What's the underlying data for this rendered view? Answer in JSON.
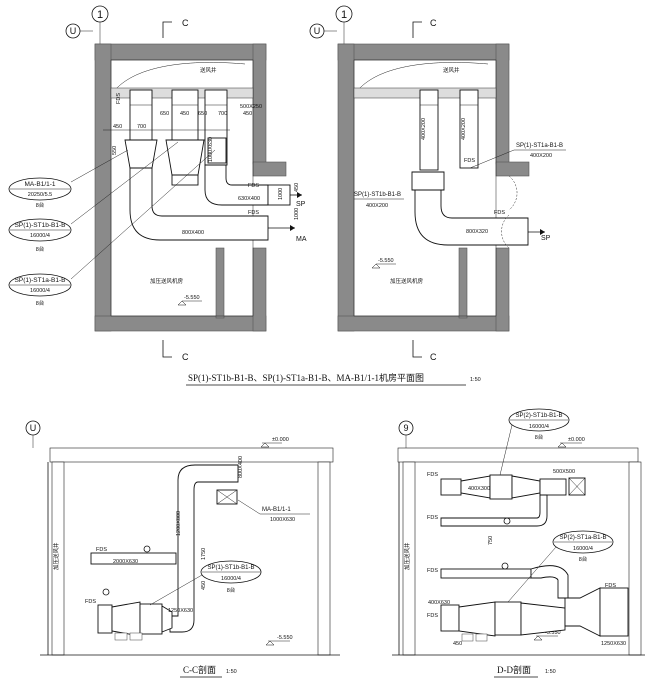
{
  "plan": {
    "grid_u": "U",
    "grid_1": "1",
    "section_c": "C",
    "title": "SP(1)-ST1b-B1-B、SP(1)-ST1a-B1-B、MA-B1/1-1机房平面图",
    "scale": "1:50",
    "left": {
      "callouts": [
        {
          "name": "MA-B1/1-1",
          "spec": "20250/5.5",
          "note": "8台"
        },
        {
          "name": "SP(1)-ST1b-B1-B",
          "spec": "16000/4",
          "note": "8台"
        },
        {
          "name": "SP(1)-ST1a-B1-B",
          "spec": "16000/4",
          "note": "8台"
        }
      ],
      "fds": "FDS",
      "dims": [
        "450",
        "700",
        "650",
        "450",
        "650",
        "700",
        "450",
        "550",
        "1000",
        "630",
        "630",
        "650",
        "450",
        "1000"
      ],
      "duct_sizes": [
        "800X400",
        "1000X630",
        "630X400",
        "800X400",
        "500X250"
      ],
      "sp_label": "SP",
      "ma_label": "MA",
      "level": "-5.550",
      "room_label": "加压送风机房"
    },
    "right": {
      "callout": {
        "name": "SP(1)-ST1a-B1-B",
        "spec": "400X200"
      },
      "plan_label_name": "SP(1)-ST1b-B1-B",
      "plan_label_spec": "400X200",
      "fds": "FDS",
      "duct_sizes": [
        "400X200",
        "400X200",
        "800X320"
      ],
      "sp_label": "SP",
      "level": "-5.550",
      "room_label": "加压送风机房"
    }
  },
  "section_cc": {
    "grid": "U",
    "title": "C-C剖面",
    "scale": "1:50",
    "level_top": "±0.000",
    "level_bottom": "-5.550",
    "callout_ma": {
      "name": "MA-B1/1-1",
      "spec": "1000X630"
    },
    "callout_sp": {
      "name": "SP(1)-ST1b-B1-B",
      "spec": "16000/4",
      "note": "8台"
    },
    "fds": "FDS",
    "dims": [
      "1200X800",
      "800X400",
      "2000X630",
      "1250X630",
      "450",
      "1750"
    ],
    "wall_label": "加压送风井"
  },
  "section_dd": {
    "grid": "9",
    "title": "D-D剖面",
    "scale": "1:50",
    "level_top": "±0.000",
    "level_bottom": "-5.550",
    "callout_top": {
      "name": "SP(2)-ST1b-B1-B",
      "spec": "16000/4",
      "note": "8台"
    },
    "callout_bottom": {
      "name": "SP(2)-ST1a-B1-B",
      "spec": "16000/4",
      "note": "8台"
    },
    "fds": "FDS",
    "dims": [
      "400X300",
      "500X500",
      "400X630",
      "1250X630",
      "450",
      "750"
    ],
    "wall_label": "加压送风井"
  }
}
